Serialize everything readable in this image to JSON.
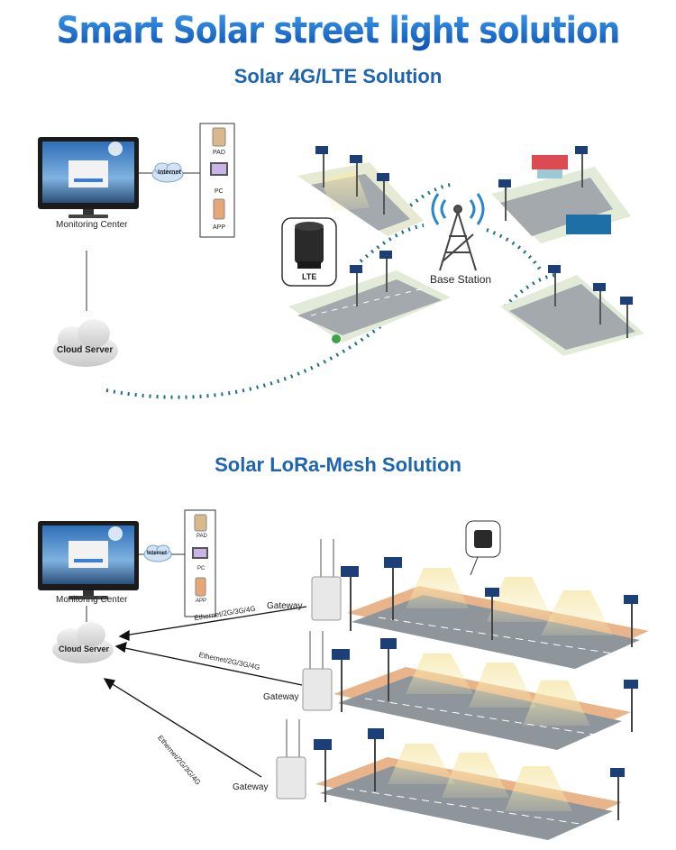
{
  "title": "Smart Solar street light solution",
  "section1": {
    "heading": "Solar 4G/LTE Solution",
    "monitoring_center": "Monitoring Center",
    "internet": "Internet",
    "devices": [
      "PAD",
      "PC",
      "APP"
    ],
    "cloud_server": "Cloud Server",
    "lte_label": "LTE",
    "base_station": "Base Station"
  },
  "section2": {
    "heading": "Solar LoRa-Mesh Solution",
    "monitoring_center": "Monitoring Center",
    "internet": "Internet",
    "devices": [
      "PAD",
      "PC",
      "APP"
    ],
    "cloud_server": "Cloud Server",
    "gateway": "Gateway",
    "links": [
      "Ethernet/2G/3G/4G",
      "Ethernet/2G/3G/4G",
      "Ethernet/2G/3G/4G"
    ]
  },
  "colors": {
    "title_blue": "#1468c8",
    "heading_blue": "#1d64b2",
    "signal_teal": "#1e6f86",
    "road_gray": "#9aa0a6",
    "light_beam": "#f3e3a1"
  }
}
